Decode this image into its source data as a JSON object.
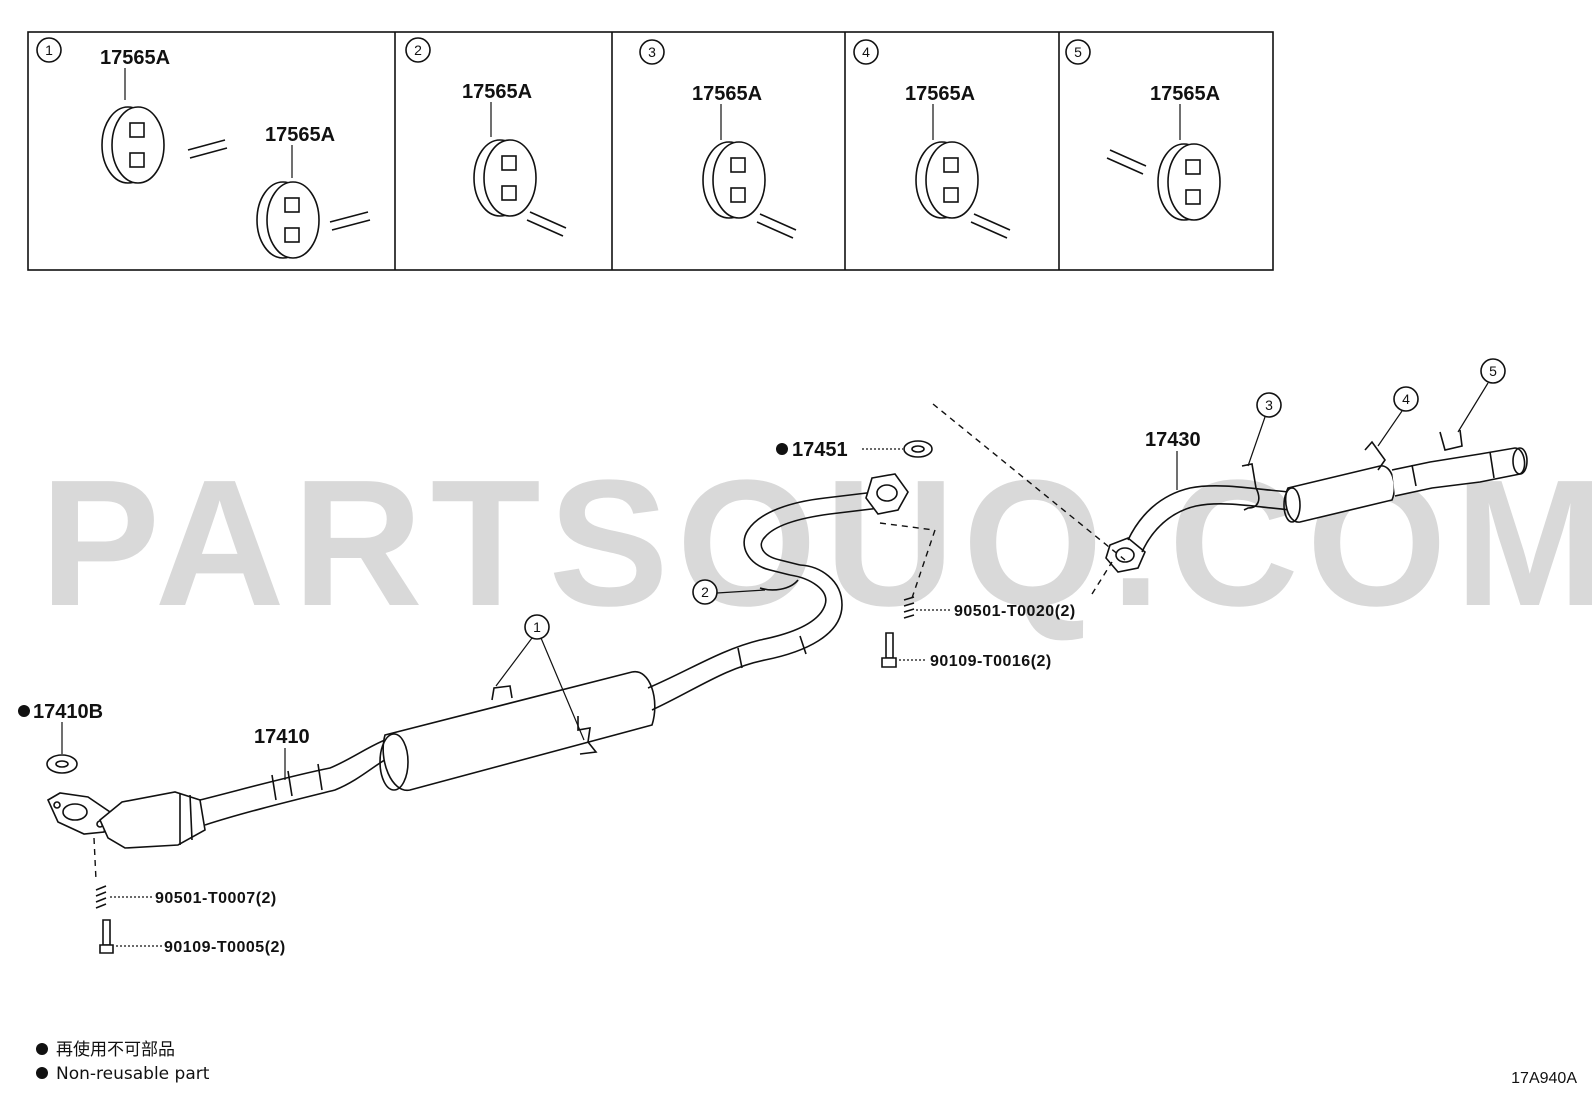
{
  "watermark": "PARTSOUQ.COM",
  "detail_panels": [
    {
      "index": "1",
      "labels": [
        "17565A",
        "17565A"
      ]
    },
    {
      "index": "2",
      "labels": [
        "17565A"
      ]
    },
    {
      "index": "3",
      "labels": [
        "17565A"
      ]
    },
    {
      "index": "4",
      "labels": [
        "17565A"
      ]
    },
    {
      "index": "5",
      "labels": [
        "17565A"
      ]
    }
  ],
  "parts": {
    "gasket_front": "17410B",
    "front_pipe": "17410",
    "gasket_center": "17451",
    "tail_pipe": "17430",
    "spring_front": "90501-T0007(2)",
    "bolt_front": "90109-T0005(2)",
    "spring_center": "90501-T0020(2)",
    "bolt_center": "90109-T0016(2)"
  },
  "callouts": {
    "c1": "1",
    "c2": "2",
    "c3": "3",
    "c4": "4",
    "c5": "5"
  },
  "legend": {
    "line_jp": "再使用不可部品",
    "line_en": "Non-reusable part"
  },
  "figure_code": "17A940A"
}
